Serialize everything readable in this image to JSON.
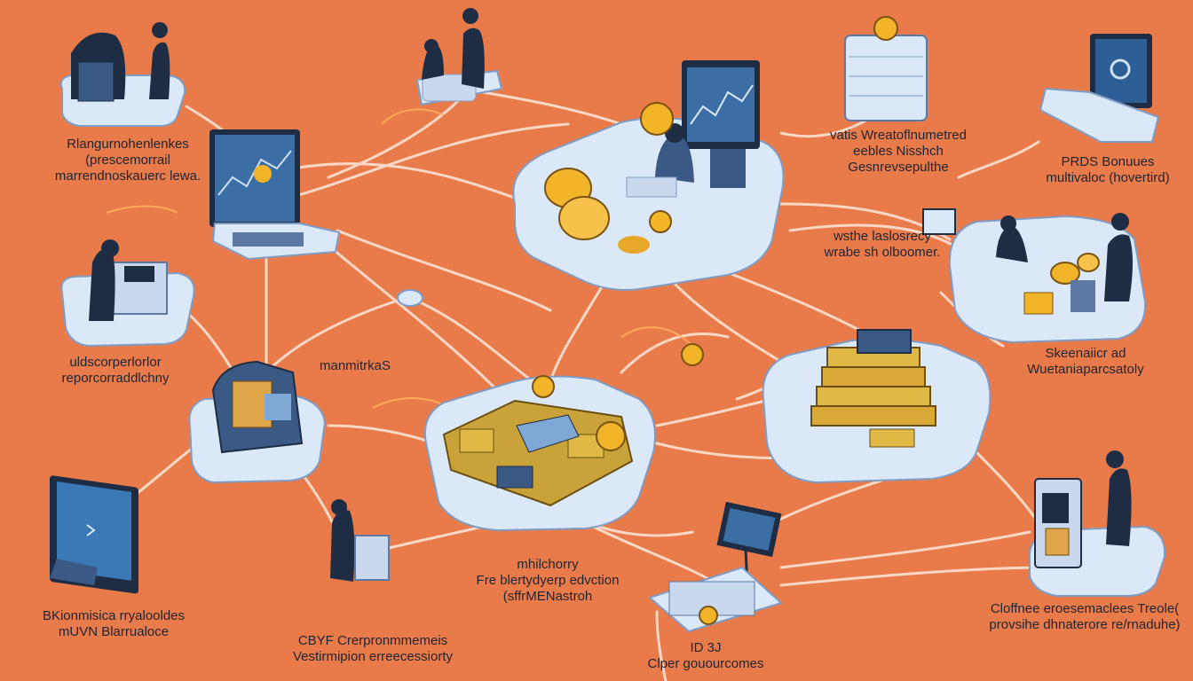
{
  "colors": {
    "background": "#e97b4b",
    "wire": "#fbe3d4",
    "platform": "#dbe8f7",
    "platform_edge": "#7f9cc4",
    "dark": "#1e2c44",
    "screen": "#3a6ea5",
    "coin": "#f2b52a",
    "text": "#1f2430"
  },
  "labels": {
    "top_left": [
      "Rlangurnohenlenkes",
      "(prescemorrail",
      "marrendnoskauerc lewa."
    ],
    "top_center": [
      "vatis Wreatoflnumetred",
      "eebles Nisshch",
      "Gesnrevsepulthe"
    ],
    "top_right": [
      "PRDS Bonuues",
      "multivaloc (hovertird)"
    ],
    "mid_right_upper": [
      "wsthe laslosrecy",
      "wrabe sh olboomer."
    ],
    "left_mid": [
      "uldscorperlorlor",
      "reporcorraddlchny"
    ],
    "center_left": [
      "manmitrkaS"
    ],
    "right_mid": [
      "Skeenaiicr ad",
      "Wuetaniaparcsatoly"
    ],
    "bottom_left": [
      "BKionmisica rryalooldes",
      "mUVN Blarrualoce"
    ],
    "bottom_center_left": [
      "CBYF Crerpronmmemeis",
      "Vestirmipion erreecessiorty"
    ],
    "bottom_center": [
      "mhilchorry",
      "Fre blertydyerp edvction",
      "(sffrMENastroh"
    ],
    "bottom_center_small": [
      "ID 3J",
      "Clper gouourcomes"
    ],
    "bottom_right": [
      "Cloffnee eroesemaclees Treole(",
      "provsihe dhnaterore re/rnaduhe)"
    ]
  },
  "nodes": [
    {
      "name": "node-hooded-miner",
      "icon": "hooded-figure-icon"
    },
    {
      "name": "node-team-desk",
      "icon": "team-icon"
    },
    {
      "name": "node-server-rack",
      "icon": "server-rack-icon"
    },
    {
      "name": "node-laptop-secure",
      "icon": "laptop-icon"
    },
    {
      "name": "node-laptop-chart",
      "icon": "laptop-icon"
    },
    {
      "name": "node-central-trader",
      "icon": "monitor-icon"
    },
    {
      "name": "node-printer-worker",
      "icon": "worker-icon"
    },
    {
      "name": "node-router",
      "icon": "router-icon"
    },
    {
      "name": "node-right-traders",
      "icon": "team-icon"
    },
    {
      "name": "node-chip-vault",
      "icon": "chip-icon"
    },
    {
      "name": "node-machine",
      "icon": "machine-icon"
    },
    {
      "name": "node-coin-stack",
      "icon": "coin-stack-icon"
    },
    {
      "name": "node-gold-bars",
      "icon": "gold-bars-icon"
    },
    {
      "name": "node-monitor",
      "icon": "monitor-icon"
    },
    {
      "name": "node-scanner-worker",
      "icon": "worker-icon"
    },
    {
      "name": "node-display-stand",
      "icon": "display-icon"
    },
    {
      "name": "node-panel",
      "icon": "panel-icon"
    },
    {
      "name": "node-atm-worker",
      "icon": "atm-icon"
    }
  ]
}
